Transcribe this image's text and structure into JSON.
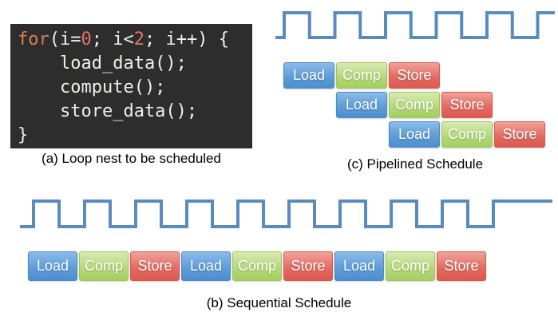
{
  "figure": {
    "panel_a": {
      "caption": "(a) Loop nest to be scheduled",
      "code_lines": [
        [
          {
            "t": "for",
            "c": "kw"
          },
          {
            "t": "(i=",
            "c": "pl"
          },
          {
            "t": "0",
            "c": "num"
          },
          {
            "t": "; i<",
            "c": "pl"
          },
          {
            "t": "2",
            "c": "num"
          },
          {
            "t": "; i++) {",
            "c": "pl"
          }
        ],
        [
          {
            "t": "    load_data();",
            "c": "pl"
          }
        ],
        [
          {
            "t": "    compute();",
            "c": "pl"
          }
        ],
        [
          {
            "t": "    store_data();",
            "c": "pl"
          }
        ],
        [
          {
            "t": "}",
            "c": "pl"
          }
        ]
      ]
    },
    "panel_c": {
      "caption": "(c) Pipelined Schedule",
      "clock_rising_edges": 6,
      "rows": [
        [
          "Load",
          "Comp",
          "Store"
        ],
        [
          "Load",
          "Comp",
          "Store"
        ],
        [
          "Load",
          "Comp",
          "Store"
        ]
      ]
    },
    "panel_b": {
      "caption": "(b) Sequential Schedule",
      "clock_rising_edges": 10,
      "blocks": [
        "Load",
        "Comp",
        "Store",
        "Load",
        "Comp",
        "Store",
        "Load",
        "Comp",
        "Store"
      ]
    },
    "colors": {
      "load_block": "#5b9bd5",
      "comp_block": "#b3d878",
      "store_block": "#e2695f",
      "clock_line": "#5b8abd",
      "code_background": "#2d2d2d",
      "code_text": "#efefec",
      "code_keyword": "#d2844c",
      "code_number": "#e5716a",
      "caption_text": "#000000"
    }
  }
}
